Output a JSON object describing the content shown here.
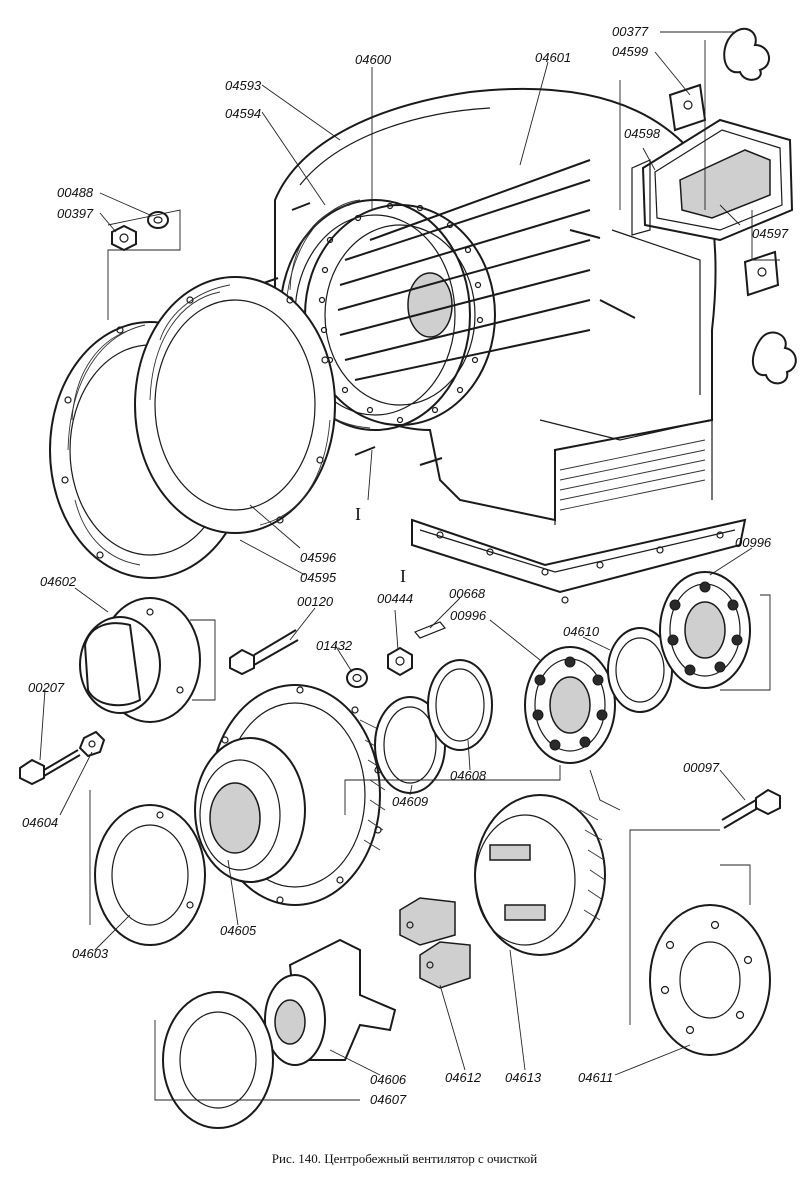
{
  "caption": "Рис. 140. Центробежный вентилятор с очисткой",
  "section_marks": [
    "I",
    "I"
  ],
  "part_labels": [
    "00377",
    "04599",
    "04600",
    "04601",
    "04593",
    "04594",
    "04598",
    "04597",
    "00488",
    "00397",
    "04596",
    "04595",
    "04602",
    "00120",
    "00444",
    "00668",
    "00996",
    "00996",
    "04610",
    "01432",
    "00207",
    "04604",
    "04609",
    "04608",
    "04603",
    "04605",
    "00097",
    "04606",
    "04607",
    "04612",
    "04613",
    "04611"
  ]
}
